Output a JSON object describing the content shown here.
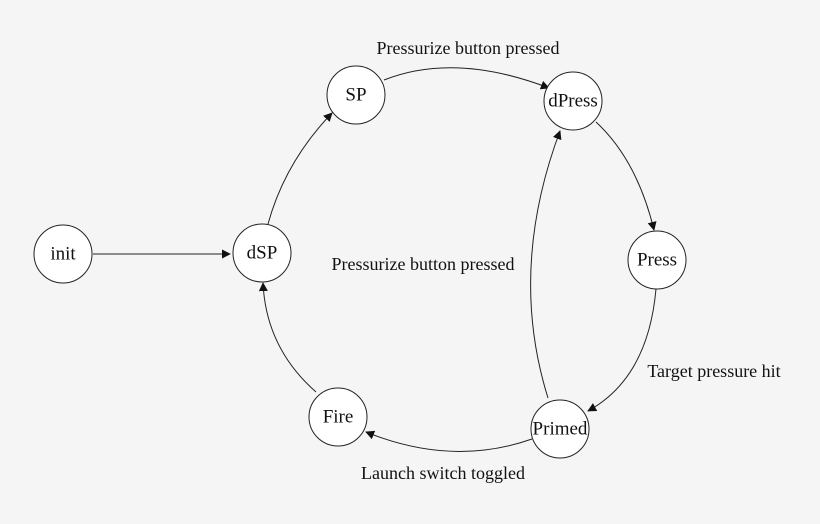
{
  "states": {
    "init": "init",
    "dsp": "dSP",
    "sp": "SP",
    "dpress": "dPress",
    "press": "Press",
    "primed": "Primed",
    "fire": "Fire"
  },
  "transitions": {
    "sp_to_dpress": "Pressurize button pressed",
    "primed_to_dpress": "Pressurize button pressed",
    "press_to_primed": "Target pressure hit",
    "primed_to_fire": "Launch switch toggled"
  }
}
